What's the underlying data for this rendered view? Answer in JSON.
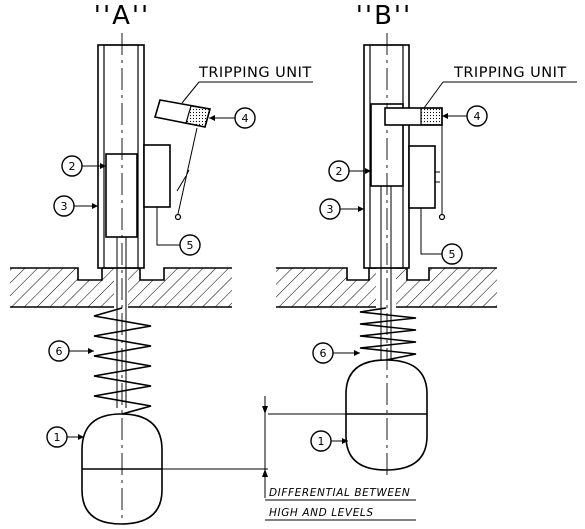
{
  "figure": {
    "label_a": "''A''",
    "label_b": "''B''",
    "tripping_unit": "TRIPPING  UNIT",
    "callouts": [
      "1",
      "2",
      "3",
      "4",
      "5",
      "6"
    ],
    "note_line1": "DIFFERENTIAL  BETWEEN",
    "note_line2": "HIGH  AND  LEVELS"
  }
}
